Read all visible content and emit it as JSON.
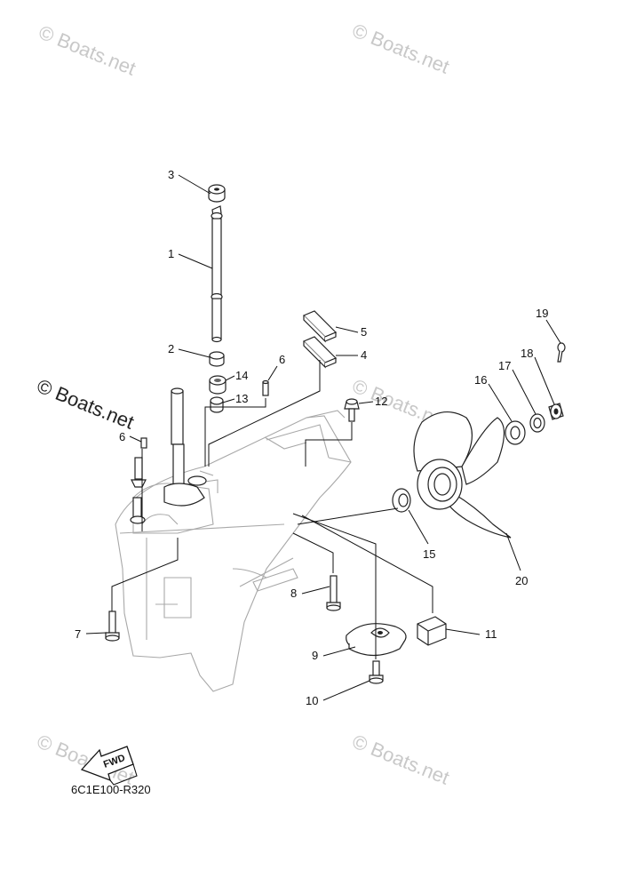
{
  "diagram_code": "6C1E100-R320",
  "watermark": "© Boats.net",
  "fwd_label": "FWD",
  "callouts": {
    "c1": "1",
    "c2": "2",
    "c3": "3",
    "c4": "4",
    "c5": "5",
    "c6a": "6",
    "c6b": "6",
    "c7": "7",
    "c8": "8",
    "c9": "9",
    "c10": "10",
    "c11": "11",
    "c12": "12",
    "c13": "13",
    "c14": "14",
    "c15": "15",
    "c16": "16",
    "c17": "17",
    "c18": "18",
    "c19": "19",
    "c20": "20"
  },
  "colors": {
    "ink": "#222222",
    "ghost": "#a8a8a8",
    "watermark": "#c8c8c8"
  }
}
